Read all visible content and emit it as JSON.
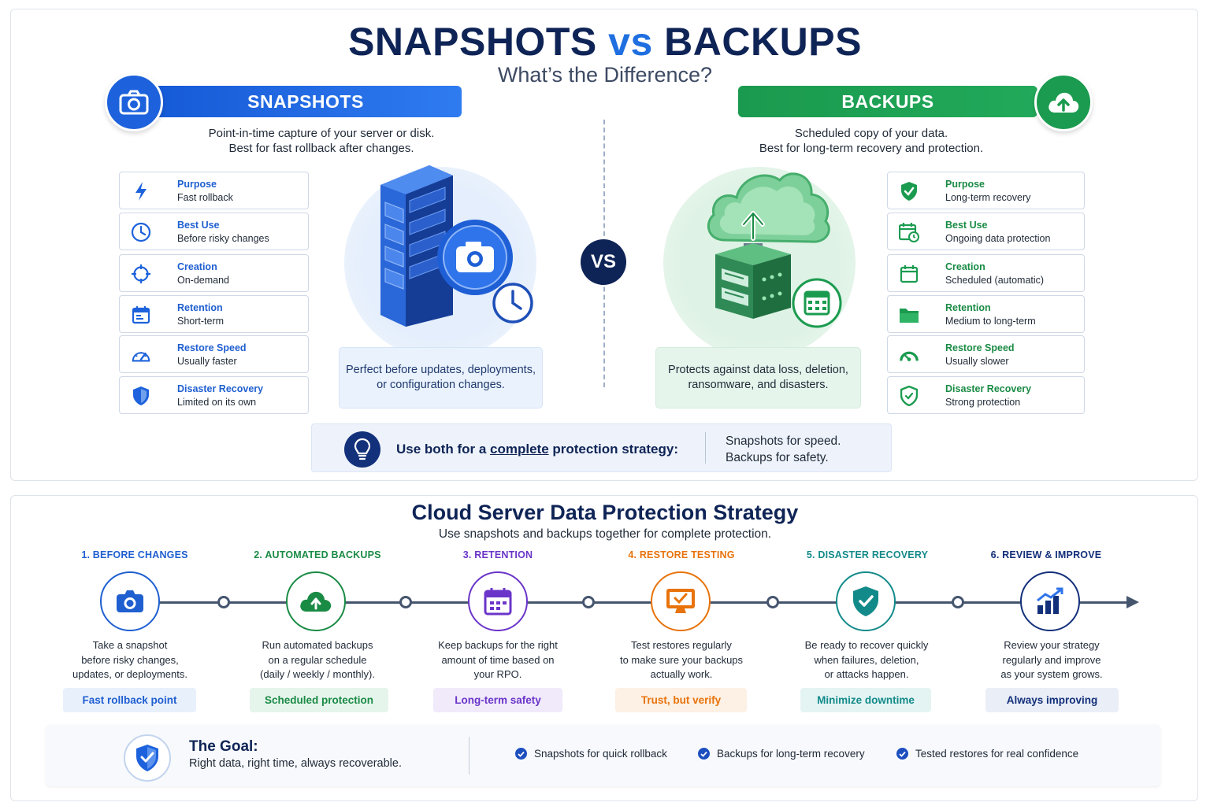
{
  "header": {
    "title_left": "SNAPSHOTS",
    "title_vs": "vs",
    "title_right": "BACKUPS",
    "subtitle": "What’s the Difference?"
  },
  "snapshots": {
    "banner": "SNAPSHOTS",
    "intro_line1": "Point-in-time capture of your server or disk.",
    "intro_line2": "Best for fast rollback after changes.",
    "attributes": [
      {
        "label": "Purpose",
        "value": "Fast rollback",
        "icon": "lightning-icon"
      },
      {
        "label": "Best Use",
        "value": "Before risky changes",
        "icon": "clock-icon"
      },
      {
        "label": "Creation",
        "value": "On-demand",
        "icon": "crosshair-icon"
      },
      {
        "label": "Retention",
        "value": "Short-term",
        "icon": "calendar-icon"
      },
      {
        "label": "Restore Speed",
        "value": "Usually faster",
        "icon": "speedometer-icon"
      },
      {
        "label": "Disaster Recovery",
        "value": "Limited on its own",
        "icon": "shield-icon"
      }
    ],
    "note": "Perfect before updates, deployments, or configuration changes.",
    "accent": "#1d62dc"
  },
  "backups": {
    "banner": "BACKUPS",
    "intro_line1": "Scheduled copy of your data.",
    "intro_line2": "Best for long-term recovery and protection.",
    "attributes": [
      {
        "label": "Purpose",
        "value": "Long-term recovery",
        "icon": "shield-check-icon"
      },
      {
        "label": "Best Use",
        "value": "Ongoing data protection",
        "icon": "calendar-clock-icon"
      },
      {
        "label": "Creation",
        "value": "Scheduled (automatic)",
        "icon": "calendar-icon"
      },
      {
        "label": "Retention",
        "value": "Medium to long-term",
        "icon": "folder-icon"
      },
      {
        "label": "Restore Speed",
        "value": "Usually slower",
        "icon": "speedometer-icon"
      },
      {
        "label": "Disaster Recovery",
        "value": "Strong protection",
        "icon": "shield-icon"
      }
    ],
    "note": "Protects against data loss, deletion, ransomware, and disasters.",
    "accent": "#1b9b4f"
  },
  "vs_label": "VS",
  "tip": {
    "text_before": "Use both for a ",
    "text_underline": "complete",
    "text_after": " protection strategy:",
    "right_line1": "Snapshots for speed.",
    "right_line2": "Backups for safety."
  },
  "strategy": {
    "title": "Cloud Server Data Protection Strategy",
    "subtitle": "Use snapshots and backups together for complete protection.",
    "steps": [
      {
        "label": "1. BEFORE CHANGES",
        "desc1": "Take a snapshot",
        "desc2": "before risky changes,",
        "desc3": "updates, or deployments.",
        "pill": "Fast rollback point",
        "icon": "camera-icon",
        "color": "#1f5fd0",
        "pill_bg": "#e8f0fc"
      },
      {
        "label": "2. AUTOMATED BACKUPS",
        "desc1": "Run automated backups",
        "desc2": "on a regular schedule",
        "desc3": "(daily / weekly / monthly).",
        "pill": "Scheduled protection",
        "icon": "cloud-upload-icon",
        "color": "#1a8b45",
        "pill_bg": "#e6f5ec"
      },
      {
        "label": "3. RETENTION",
        "desc1": "Keep backups for the right",
        "desc2": "amount of time based on",
        "desc3": "your RPO.",
        "pill": "Long-term safety",
        "icon": "calendar-icon",
        "color": "#6b35c9",
        "pill_bg": "#f0eafb"
      },
      {
        "label": "4. RESTORE TESTING",
        "desc1": "Test restores regularly",
        "desc2": "to make sure your backups",
        "desc3": "actually work.",
        "pill": "Trust, but verify",
        "icon": "monitor-check-icon",
        "color": "#e8730c",
        "pill_bg": "#fdf0e4"
      },
      {
        "label": "5. DISASTER RECOVERY",
        "desc1": "Be ready to recover quickly",
        "desc2": "when failures, deletion,",
        "desc3": "or attacks happen.",
        "pill": "Minimize downtime",
        "icon": "shield-check-icon",
        "color": "#138a8a",
        "pill_bg": "#e4f4f3"
      },
      {
        "label": "6. REVIEW & IMPROVE",
        "desc1": "Review your strategy",
        "desc2": "regularly and improve",
        "desc3": "as your system grows.",
        "pill": "Always improving",
        "icon": "growth-chart-icon",
        "color": "#13307a",
        "pill_bg": "#e9eef7"
      }
    ]
  },
  "goal": {
    "title": "The Goal:",
    "text": "Right data, right time, always recoverable.",
    "checks": [
      "Snapshots for quick rollback",
      "Backups for long-term recovery",
      "Tested restores for real confidence"
    ]
  }
}
